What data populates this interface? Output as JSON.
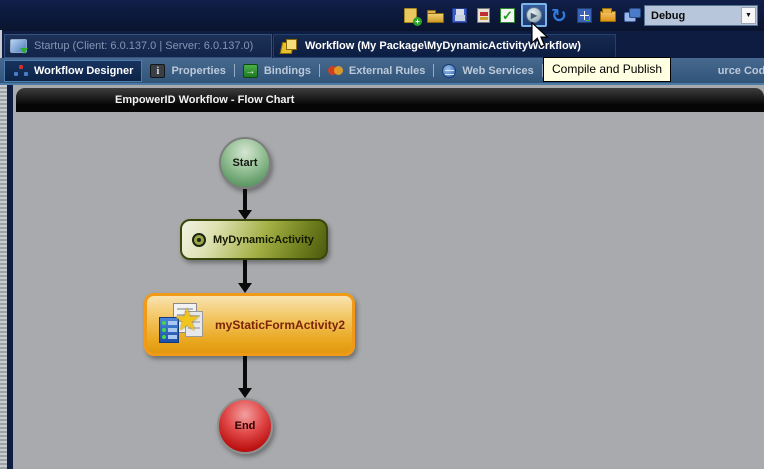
{
  "toolbar": {
    "icons": [
      {
        "name": "new-item-icon"
      },
      {
        "name": "open-icon"
      },
      {
        "name": "save-icon"
      },
      {
        "name": "reports-icon"
      },
      {
        "name": "validate-icon"
      },
      {
        "name": "compile-and-publish-icon",
        "tooltip": "Compile and Publish",
        "highlighted": true
      },
      {
        "name": "refresh-icon"
      },
      {
        "name": "window-grid-icon"
      },
      {
        "name": "package-icon"
      },
      {
        "name": "layers-icon"
      }
    ],
    "build_config": {
      "value": "Debug"
    }
  },
  "document_tabs": [
    {
      "label": "Startup (Client: 6.0.137.0 | Server: 6.0.137.0)",
      "active": false
    },
    {
      "label": "Workflow (My Package\\MyDynamicActivityWorkflow)",
      "active": true
    }
  ],
  "view_tabs": [
    {
      "label": "Workflow Designer",
      "active": true
    },
    {
      "label": "Properties",
      "active": false
    },
    {
      "label": "Bindings",
      "active": false
    },
    {
      "label": "External Rules",
      "active": false
    },
    {
      "label": "Web Services",
      "active": false
    },
    {
      "label_visible_fragment": "urce Code",
      "active": false,
      "note_icon": "monitor-green-arrow"
    }
  ],
  "tooltip": {
    "text": "Compile and Publish"
  },
  "canvas": {
    "title": "EmpowerID Workflow - Flow Chart",
    "nodes": [
      {
        "id": "start",
        "label": "Start",
        "shape": "circle",
        "color": "green"
      },
      {
        "id": "activity-1",
        "label": "MyDynamicActivity",
        "shape": "rounded-rect",
        "color": "olive"
      },
      {
        "id": "activity-2",
        "label": "myStaticFormActivity2",
        "shape": "rounded-rect",
        "color": "orange",
        "selected": true
      },
      {
        "id": "end",
        "label": "End",
        "shape": "circle",
        "color": "red"
      }
    ],
    "edges": [
      {
        "from": "start",
        "to": "activity-1"
      },
      {
        "from": "activity-1",
        "to": "activity-2"
      },
      {
        "from": "activity-2",
        "to": "end"
      }
    ]
  },
  "colors": {
    "toolbar_bg": "#0c1839",
    "selection_highlight": "#7ab4e8",
    "tooltip_bg": "#ffffe1",
    "canvas_bg": "#a8aaad",
    "node_selected_border": "#f09a18",
    "start_node_green": "#669c69",
    "activity_olive": "#77842a",
    "activity_orange": "#e9a424",
    "end_node_red": "#c51414"
  }
}
